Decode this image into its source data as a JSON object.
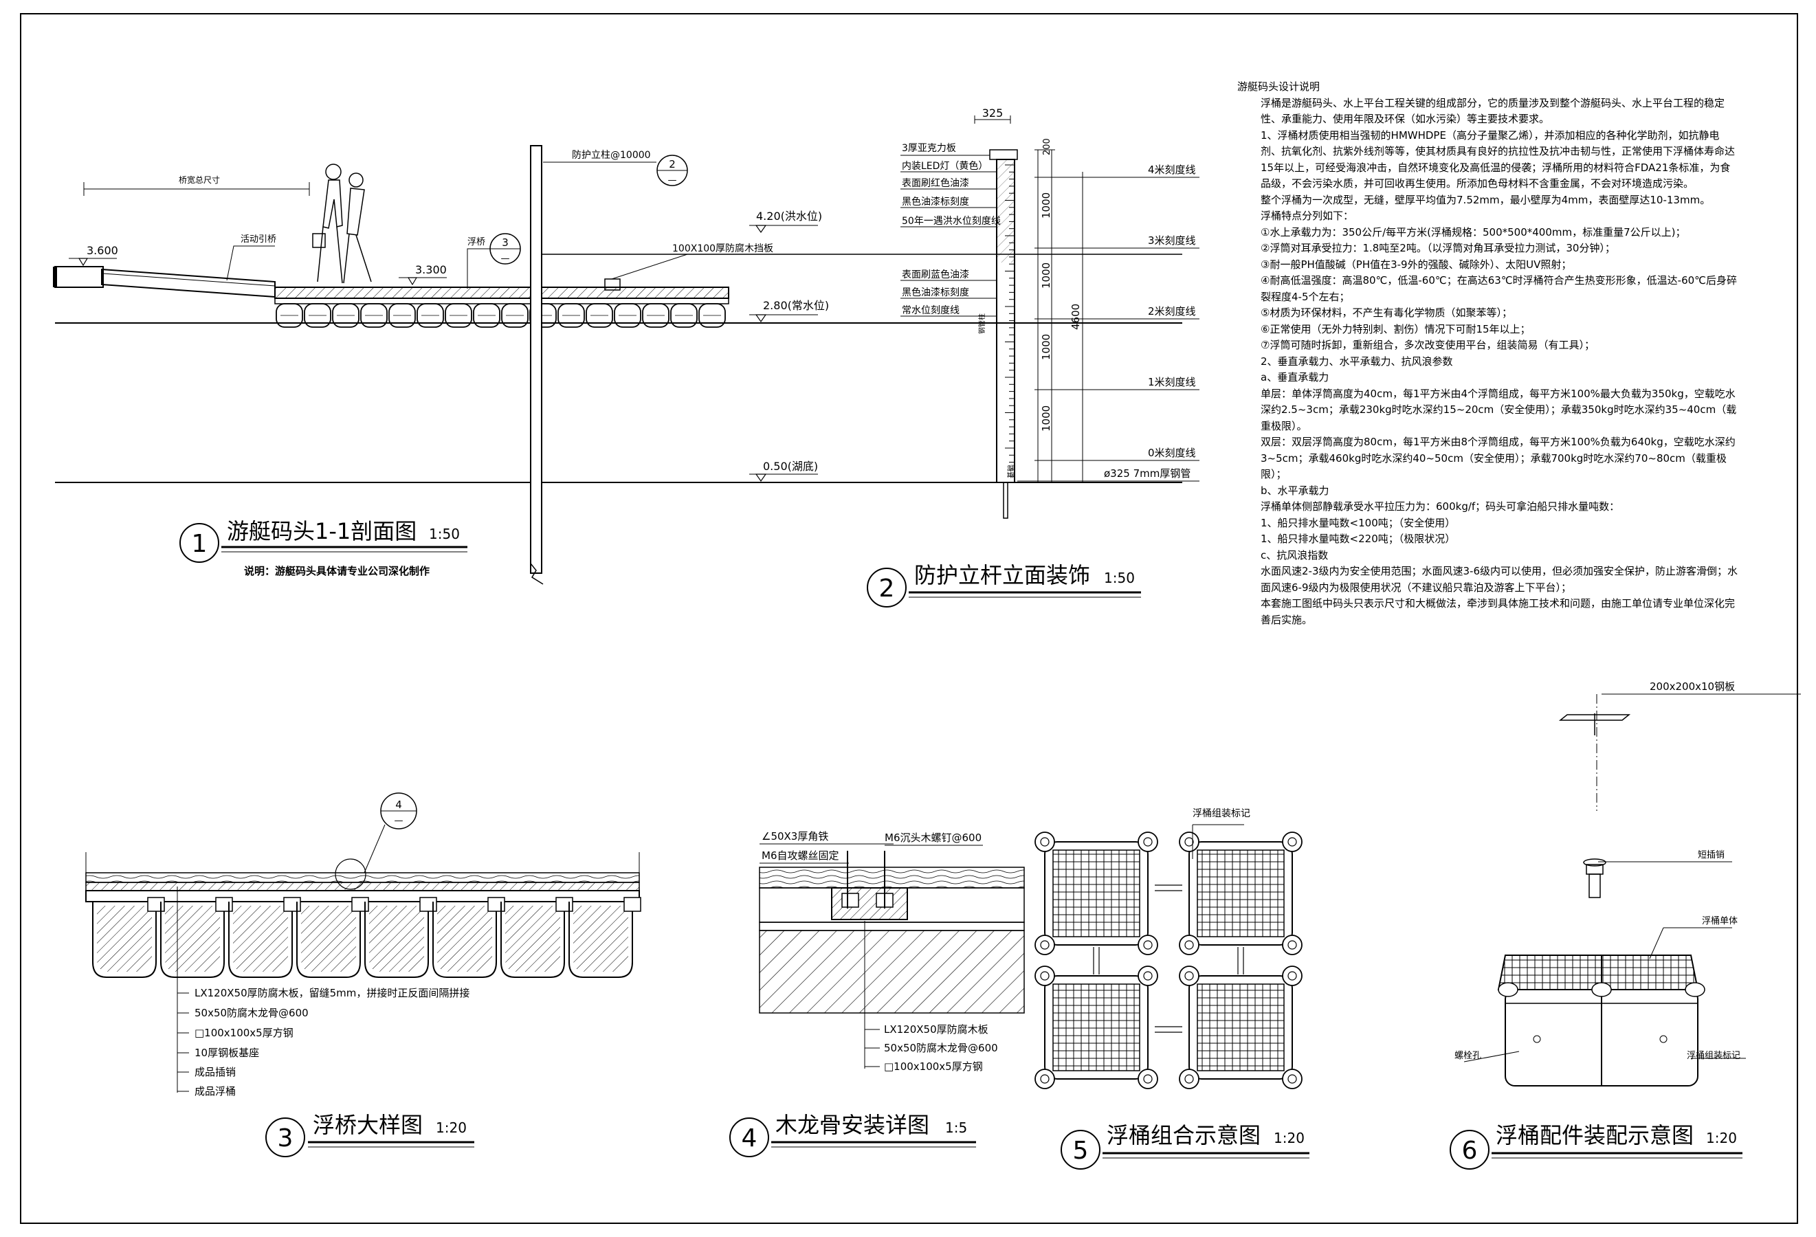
{
  "drawing1": {
    "number": "1",
    "title": "游艇码头1-1剖面图",
    "scale": "1:50",
    "note": "说明：游艇码头具体请专业公司深化制作",
    "labels": {
      "bridge_width": "桥宽总尺寸",
      "gangway": "活动引桥",
      "pontoon": "浮桥",
      "post": "防护立柱@10000",
      "beam": "100X100厚防腐木挡板",
      "elev_360": "3.600",
      "elev_330": "3.300",
      "flood": "4.20(洪水位)",
      "normal": "2.80(常水位)",
      "bottom": "0.50(湖底)"
    },
    "callout_post": {
      "num": "2",
      "den": "—"
    },
    "callout_pontoon": {
      "num": "3",
      "den": "—"
    }
  },
  "drawing2": {
    "number": "2",
    "title": "防护立杆立面装饰",
    "scale": "1:50",
    "dims": {
      "top": "325",
      "cap": "200",
      "seg1": "1000",
      "seg2": "1000",
      "seg3": "1000",
      "seg4": "1000",
      "total": "4600"
    },
    "left_labels": [
      "3厚亚克力板",
      "内装LED灯（黄色）",
      "表面刷红色油漆",
      "黑色油漆标刻度",
      "50年一遇洪水位刻度线",
      "表面刷蓝色油漆",
      "黑色油漆标刻度",
      "常水位刻度线"
    ],
    "side_label": "钢管柱",
    "base_label": "基础",
    "right_labels": [
      "4米刻度线",
      "3米刻度线",
      "2米刻度线",
      "1米刻度线",
      "0米刻度线",
      "ø325 7mm厚钢管"
    ]
  },
  "notes": {
    "title": "游艇码头设计说明",
    "lines": [
      "浮桶是游艇码头、水上平台工程关键的组成部分，它的质量涉及到整个游艇码头、水上平台工程的稳定性、承重能力、使用年限及环保（如水污染）等主要技术要求。",
      "1、浮桶材质使用相当强韧的HMWHDPE（高分子量聚乙烯），并添加相应的各种化学助剂，如抗静电剂、抗氧化剂、抗紫外线剂等等，使其材质具有良好的抗拉性及抗冲击韧与性，正常使用下浮桶体寿命达15年以上，可经受海浪冲击，自然环境变化及高低温的侵袭；浮桶所用的材料符合FDA21条标准，为食品级，不会污染水质，并可回收再生使用。所添加色母材料不含重金属，不会对环境造成污染。",
      "整个浮桶为一次成型，无缝，壁厚平均值为7.52mm，最小壁厚为4mm，表面壁厚达10-13mm。",
      "浮桶特点分列如下：",
      "①水上承载力为：350公斤/每平方米(浮桶规格：500*500*400mm，标准重量7公斤以上)；",
      "②浮筒对耳承受拉力：1.8吨至2吨。（以浮筒对角耳承受拉力测试，30分钟）；",
      "③耐一般PH值酸碱（PH值在3-9外的强酸、碱除外）、太阳UV照射；",
      "④耐高低温强度：高温80℃，低温-60℃；在高达63℃时浮桶符合产生热变形形象，低温达-60℃后身碎裂程度4-5个左右；",
      "⑤材质为环保材料，不产生有毒化学物质（如聚苯等）；",
      "⑥正常使用（无外力特别刺、割伤）情况下可耐15年以上；",
      "⑦浮筒可随时拆卸，重新组合，多次改变使用平台，组装简易（有工具）；",
      "2、垂直承载力、水平承载力、抗风浪参数",
      "a、垂直承载力",
      "单层：单体浮筒高度为40cm，每1平方米由4个浮筒组成，每平方米100%最大负载为350kg，空载吃水深约2.5~3cm；承载230kg时吃水深约15~20cm（安全使用）；承载350kg时吃水深约35~40cm（载重极限）。",
      "双层：双层浮筒高度为80cm，每1平方米由8个浮筒组成，每平方米100%负载为640kg，空载吃水深约3~5cm；承载460kg时吃水深约40~50cm（安全使用）；承载700kg时吃水深约70~80cm（载重极限）；",
      "b、水平承载力",
      "浮桶单体侧部静载承受水平拉压力为：600kg/f；码头可拿泊船只排水量吨数：",
      "1、船只排水量吨数<100吨；（安全使用）",
      "1、船只排水量吨数<220吨；（极限状况）",
      "c、抗风浪指数",
      "水面风速2-3级内为安全使用范围；水面风速3-6级内可以使用，但必须加强安全保护，防止游客滑倒；水面风速6-9级内为极限使用状况（不建议船只靠泊及游客上下平台）；",
      "本套施工图纸中码头只表示尺寸和大概做法，牵涉到具体施工技术和问题，由施工单位请专业单位深化完善后实施。"
    ]
  },
  "drawing3": {
    "number": "3",
    "title": "浮桥大样图",
    "scale": "1:20",
    "callout": {
      "num": "4",
      "den": "—"
    },
    "labels": [
      "LX120X50厚防腐木板，留缝5mm，拼接时正反面间隔拼接",
      "50x50防腐木龙骨@600",
      "□100x100x5厚方钢",
      "10厚钢板基座",
      "成品插销",
      "成品浮桶"
    ]
  },
  "drawing4": {
    "number": "4",
    "title": "木龙骨安装详图",
    "scale": "1:5",
    "top_labels": [
      "∠50X3厚角铁",
      "M6自攻螺丝固定",
      "M6沉头木螺钉@600"
    ],
    "bottom_labels": [
      "LX120X50厚防腐木板",
      "50x50防腐木龙骨@600",
      "□100x100x5厚方钢"
    ]
  },
  "drawing5": {
    "number": "5",
    "title": "浮桶组合示意图",
    "scale": "1:20",
    "label": "浮桶组装标记"
  },
  "drawing6": {
    "number": "6",
    "title": "浮桶配件装配示意图",
    "scale": "1:20",
    "labels": {
      "plate": "200x200x10钢板",
      "pin": "短插销",
      "unit": "浮桶单体",
      "bolt": "螺栓孔",
      "mark": "浮桶组装标记"
    }
  }
}
